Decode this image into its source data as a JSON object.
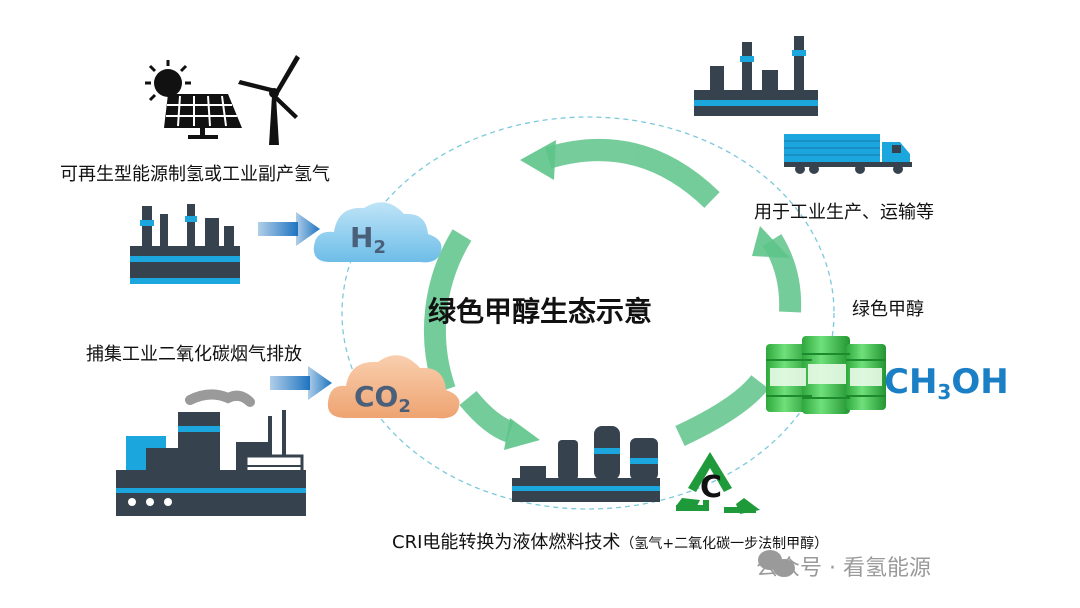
{
  "title": "绿色甲醇生态示意",
  "labels": {
    "renewable": "可再生型能源制氢或工业副产氢气",
    "capture": "捕集工业二氧化碳烟气排放",
    "usage": "用于工业生产、运输等",
    "green_methanol": "绿色甲醇",
    "cri_main": "CRI电能转换为液体燃料技术",
    "cri_sub": "（氢气+二氧化碳一步法制甲醇）"
  },
  "formulas": {
    "h2_base": "H",
    "h2_sub": "2",
    "co2_base": "CO",
    "co2_sub": "2",
    "ch3oh_a": "CH",
    "ch3oh_sub": "3",
    "ch3oh_b": "OH"
  },
  "recycle_letter": "C",
  "watermark": "公众号 · 看氢能源",
  "colors": {
    "arrow_blue": "#1e74c0",
    "cycle_green": "#5ec48a",
    "dark_slate": "#36434f",
    "accent_cyan": "#1ba6dd",
    "recycle_green": "#1f9a3a",
    "barrel_green": "#3cc14a",
    "h2_cloud": "#87cbed",
    "co2_cloud": "#f3b487"
  },
  "icons": [
    "sun-icon",
    "solar-panel-icon",
    "wind-turbine-icon",
    "refinery-icon",
    "factory-icon",
    "truck-icon",
    "barrel-icon",
    "recycle-icon",
    "wechat-icon"
  ]
}
